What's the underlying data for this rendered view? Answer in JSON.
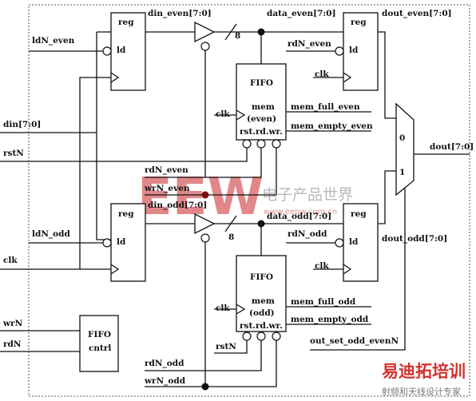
{
  "blocks": {
    "reg_even": {
      "title": "reg",
      "pin": "ld"
    },
    "reg_odd": {
      "title": "reg",
      "pin": "ld"
    },
    "reg_out_even": {
      "title": "reg",
      "pin": "ld"
    },
    "reg_out_odd": {
      "title": "reg",
      "pin": "ld"
    },
    "fifo_even": {
      "title": "FIFO",
      "line1": "mem",
      "line2": "(even)",
      "line3": "rst.rd.wr."
    },
    "fifo_odd": {
      "title": "FIFO",
      "line1": "mem",
      "line2": "(odd)",
      "line3": "rst.rd.wr."
    },
    "fifo_cntrl": {
      "line1": "FIFO",
      "line2": "cntrl"
    },
    "mux": {
      "in0": "0",
      "in1": "1"
    }
  },
  "signals": {
    "din_even": "din_even[7:0]",
    "data_even": "data_even[7:0]",
    "dout_even": "dout_even[7:0]",
    "ldN_even": "ldN_even",
    "rdN_even_top": "rdN_even",
    "clk_out_even": "clk",
    "din": "din[7:0]",
    "rstN": "rstN",
    "clk_fifo_even": "clk",
    "mem_full_even": "mem_full_even",
    "mem_empty_even": "mem_empty_even",
    "dout": "dout[7:0]",
    "rdN_even": "rdN_even",
    "wrN_even": "wrN_even",
    "din_odd": "din_odd[7:0]",
    "data_odd": "data_odd[7:0]",
    "ldN_odd": "ldN_odd",
    "rdN_odd_top": "rdN_odd",
    "dout_odd": "dout_odd[7:0]",
    "clk_main": "clk",
    "clk_out_odd": "clk",
    "clk_fifo_odd": "clk",
    "mem_full_odd": "mem_full_odd",
    "mem_empty_odd": "mem_empty_odd",
    "wrN": "wrN",
    "rdN": "rdN",
    "rstN_odd": "rstN",
    "out_set": "out_set_odd_evenN",
    "rdN_odd": "rdN_odd",
    "wrN_odd": "wrN_odd",
    "bus_width_even": "8",
    "bus_width_odd": "8"
  },
  "watermark": {
    "brand": "EEW",
    "cn": "电子产品世界",
    "url": "www.eepw.com.cn",
    "brand2": "易迪拓培训",
    "sub2": "射频和天线设计专家"
  },
  "colors": {
    "line": "#111111",
    "junction_red": "#7a0d0d",
    "watermark_red": "#c9262c"
  }
}
